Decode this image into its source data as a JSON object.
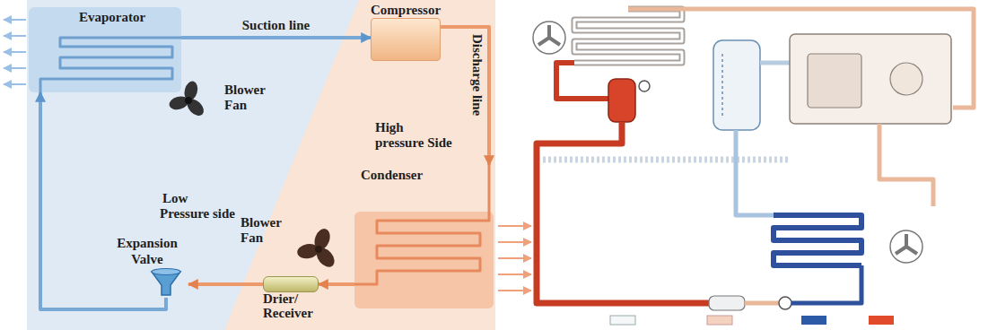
{
  "diagram": {
    "nodes": [
      {
        "text": [
          "Evaporator"
        ]
      },
      {
        "text": [
          "Compressor"
        ]
      },
      {
        "text": [
          "Condenser"
        ]
      },
      {
        "text": [
          "Expansion Valve"
        ]
      },
      {
        "text": [
          "Drier/ Receiver"
        ]
      }
    ],
    "edges": [
      {
        "from": 0,
        "to": 1,
        "arrow": "to",
        "label": "Suction line"
      },
      {
        "from": 1,
        "to": 2,
        "arrow": "to",
        "label": "Discharge line"
      },
      {
        "from": 2,
        "to": 4,
        "arrow": "to"
      },
      {
        "from": 4,
        "to": 3,
        "arrow": "to"
      },
      {
        "from": 3,
        "to": 0,
        "arrow": "to"
      }
    ],
    "labels": [
      "Blower Fan",
      "High pressure Side",
      "Low Pressure side",
      "Blower Fan"
    ]
  }
}
